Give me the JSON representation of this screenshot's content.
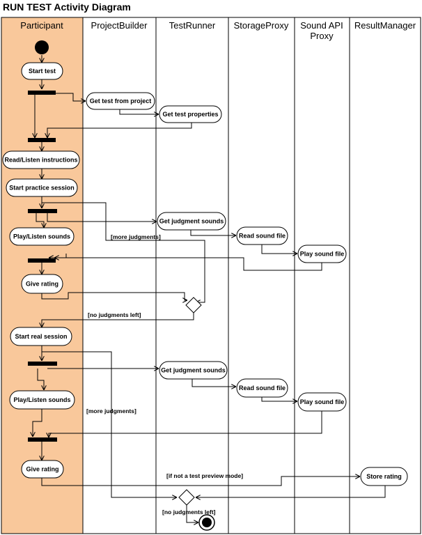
{
  "title": "RUN TEST Activity Diagram",
  "colors": {
    "participant_lane": "#f9c89b",
    "line": "#000000",
    "background": "#ffffff"
  },
  "lanes": {
    "participant": "Participant",
    "project_builder": "ProjectBuilder",
    "test_runner": "TestRunner",
    "storage_proxy": "StorageProxy",
    "sound_api_proxy_line1": "Sound API",
    "sound_api_proxy_line2": "Proxy",
    "result_manager": "ResultManager"
  },
  "nodes": {
    "start_test": "Start test",
    "get_test_from_project": "Get test from project",
    "get_test_properties": "Get test properties",
    "read_listen_instructions": "Read/Listen instructions",
    "start_practice_session": "Start practice session",
    "play_listen_sounds_1": "Play/Listen sounds",
    "get_judgment_sounds_1": "Get judgment sounds",
    "read_sound_file_1": "Read sound file",
    "play_sound_file_1": "Play sound file",
    "give_rating_1": "Give rating",
    "start_real_session": "Start real session",
    "play_listen_sounds_2": "Play/Listen sounds",
    "get_judgment_sounds_2": "Get judgment sounds",
    "read_sound_file_2": "Read sound file",
    "play_sound_file_2": "Play sound file",
    "give_rating_2": "Give rating",
    "store_rating": "Store rating"
  },
  "guards": {
    "more_judgments_1": "[more judgments]",
    "no_judgments_left_1": "[no judgments left]",
    "more_judgments_2": "[more judgments]",
    "if_not_preview": "[if not a test preview mode]",
    "no_judgments_left_2": "[no judgments left]"
  }
}
